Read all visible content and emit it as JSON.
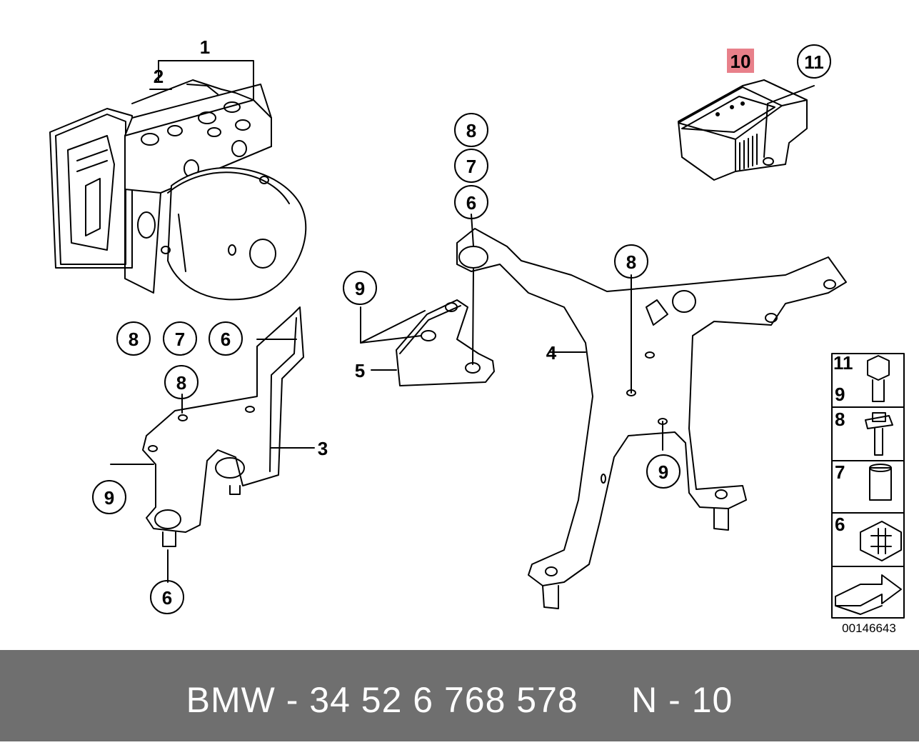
{
  "callouts": {
    "c1": "1",
    "c2": "2",
    "c3": "3",
    "c4": "4",
    "c5": "5",
    "c6a": "6",
    "c6b": "6",
    "c6c": "6",
    "c7a": "7",
    "c7b": "7",
    "c8a": "8",
    "c8b": "8",
    "c8c": "8",
    "c8d": "8",
    "c9a": "9",
    "c9b": "9",
    "c9c": "9",
    "c10": "10",
    "c11": "11"
  },
  "legend": {
    "row1_top": "11",
    "row1_bottom": "9",
    "row2": "8",
    "row3": "7",
    "row4": "6"
  },
  "diagram_number": "00146643",
  "highlight_color": "#e8808a",
  "footer": {
    "text": "BMW - 34 52 6 768 578     N - 10"
  }
}
